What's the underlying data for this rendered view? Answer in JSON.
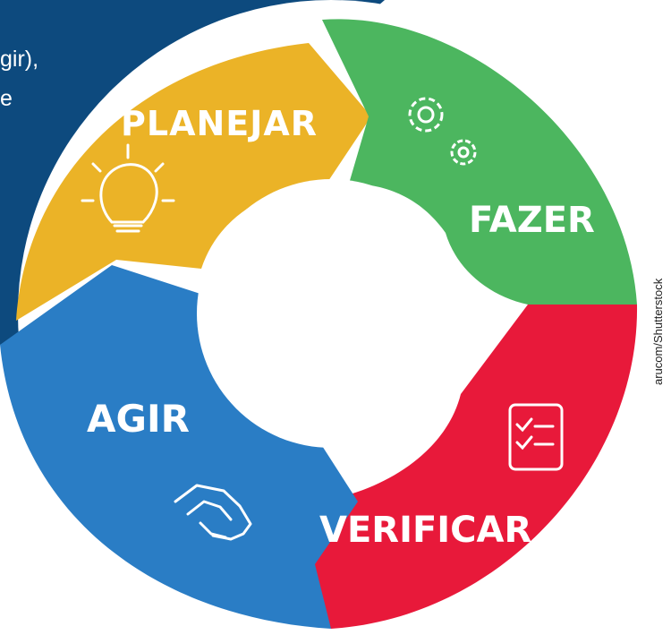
{
  "intro_fragments": [
    "gir),",
    "e"
  ],
  "phases": [
    {
      "label": "PLANEJAR",
      "color": "#ebb327",
      "icon": "lightbulb-icon"
    },
    {
      "label": "FAZER",
      "color": "#4cb65f",
      "icon": "gears-icon"
    },
    {
      "label": "VERIFICAR",
      "color": "#e8193a",
      "icon": "checklist-icon"
    },
    {
      "label": "AGIR",
      "color": "#2a7dc5",
      "icon": "handshake-icon"
    }
  ],
  "panel_color": "#0d4a7e",
  "credit": "arucom/Shutterstock"
}
